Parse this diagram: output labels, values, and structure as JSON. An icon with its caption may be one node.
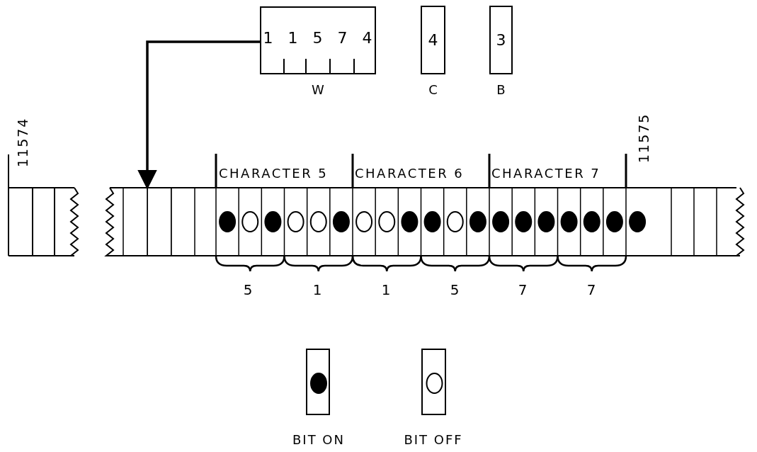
{
  "diagram": {
    "nodes": [
      {
        "text": [
          "1 1 5 7 4"
        ],
        "beside": [
          "W"
        ]
      },
      {
        "text": [
          "4"
        ],
        "beside": [
          "C"
        ]
      },
      {
        "text": [
          "3"
        ],
        "beside": [
          "B"
        ]
      },
      {
        "text": [],
        "shape": "box"
      }
    ],
    "edges": [
      {
        "from": 0,
        "to": 3,
        "arrow": "to"
      }
    ],
    "labels": [
      "11574",
      "CHARACTER 5",
      "CHARACTER 6",
      "CHARACTER 7",
      "11575",
      "5",
      "1",
      "1",
      "5",
      "7",
      "7"
    ],
    "legend": [
      {
        "text": "BIT ON"
      },
      {
        "text": "BIT OFF"
      }
    ]
  }
}
